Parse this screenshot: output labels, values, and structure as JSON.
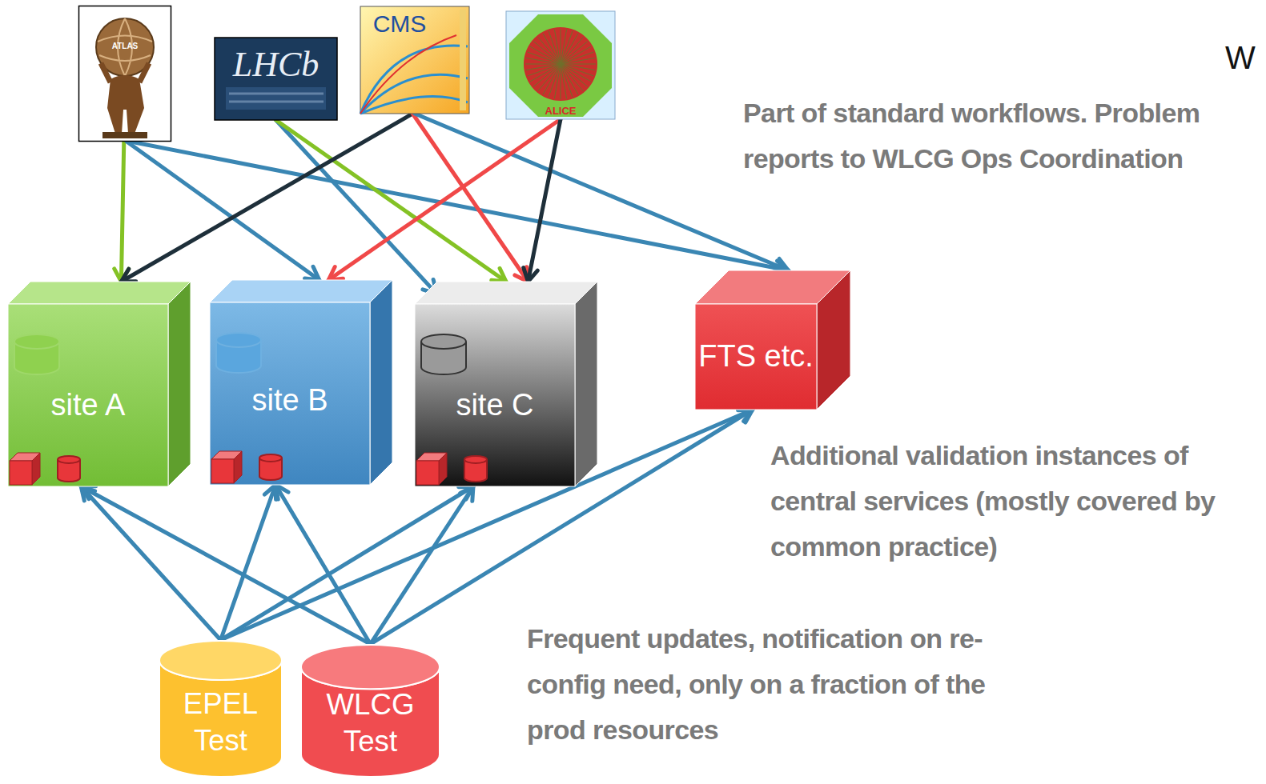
{
  "diagram": {
    "nodes": [
      {
        "text": [
          "ATLAS"
        ]
      },
      {
        "text": [
          "LHCb"
        ]
      },
      {
        "text": [
          "CMS"
        ]
      },
      {
        "text": [
          "ALICE"
        ]
      },
      {
        "text": [
          "site A"
        ]
      },
      {
        "text": [
          "site B"
        ]
      },
      {
        "text": [
          "site C"
        ]
      },
      {
        "text": [
          "FTS etc."
        ]
      },
      {
        "text": [
          "EPEL Test"
        ]
      },
      {
        "text": [
          "WLCG Test"
        ]
      }
    ],
    "edges": [
      {
        "from": 0,
        "to": 4,
        "arrow": "to"
      },
      {
        "from": 0,
        "to": 5,
        "arrow": "to"
      },
      {
        "from": 0,
        "to": 7,
        "arrow": "to"
      },
      {
        "from": 1,
        "to": 6,
        "arrow": "to"
      },
      {
        "from": 1,
        "to": 6,
        "arrow": "to"
      },
      {
        "from": 2,
        "to": 4,
        "arrow": "to"
      },
      {
        "from": 2,
        "to": 6,
        "arrow": "to"
      },
      {
        "from": 2,
        "to": 7,
        "arrow": "to"
      },
      {
        "from": 3,
        "to": 5,
        "arrow": "to"
      },
      {
        "from": 3,
        "to": 6,
        "arrow": "to"
      },
      {
        "from": 8,
        "to": 4,
        "arrow": "to"
      },
      {
        "from": 8,
        "to": 5,
        "arrow": "to"
      },
      {
        "from": 8,
        "to": 6,
        "arrow": "to"
      },
      {
        "from": 8,
        "to": 7,
        "arrow": "to"
      },
      {
        "from": 9,
        "to": 4,
        "arrow": "to"
      },
      {
        "from": 9,
        "to": 5,
        "arrow": "to"
      },
      {
        "from": 9,
        "to": 6,
        "arrow": "to"
      },
      {
        "from": 9,
        "to": 7,
        "arrow": "to"
      }
    ],
    "labels": [
      "Part of standard workflows. Problem reports to WLCG Ops Coordination",
      "Additional validation instances of central services (mostly covered by common practice)",
      "Frequent updates, notification on re-config need, only on a fraction of the prod resources",
      "W"
    ]
  }
}
